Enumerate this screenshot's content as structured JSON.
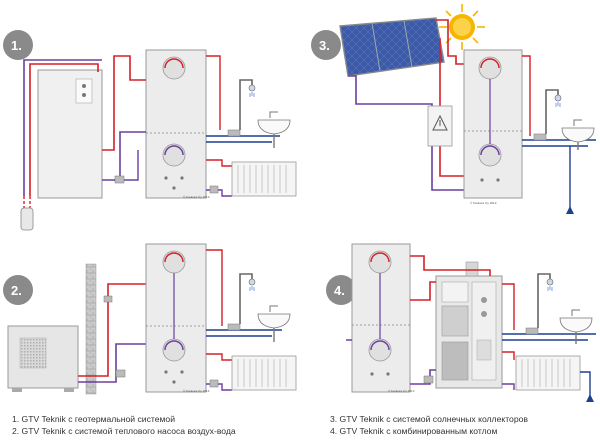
{
  "panels": [
    {
      "badge": "1.",
      "copyright": "© Kaukora Oy 2013"
    },
    {
      "badge": "2.",
      "copyright": "© Kaukora Oy 2013"
    },
    {
      "badge": "3.",
      "copyright": "© Kaukora Oy 2013"
    },
    {
      "badge": "4.",
      "copyright": "© Kaukora Oy 2013"
    }
  ],
  "captions": {
    "left": [
      "1. GTV Teknik с геотермальной системой",
      "2. GTV Teknik с системой теплового насоса воздух-вода"
    ],
    "right": [
      "3. GTV Teknik с системой солнечных коллекторов",
      "4. GTV Teknik с комбинированным котлом"
    ]
  },
  "colors": {
    "hot": "#d42027",
    "cold": "#6b3fa0",
    "water": "#1f3f8f",
    "badge": "#8a8a8a",
    "tank": "#ececec",
    "sun": "#f7b500"
  }
}
